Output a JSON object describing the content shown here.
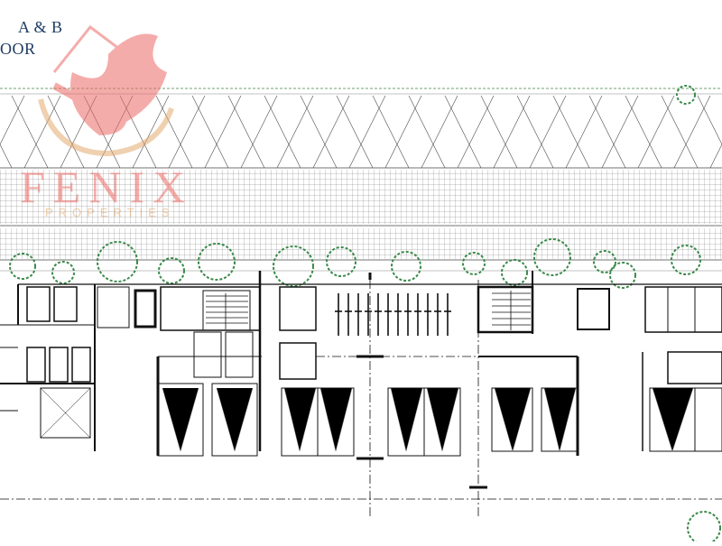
{
  "header": {
    "line1": "A & B",
    "line2": "OOR"
  },
  "watermark": {
    "brand": "FENIX",
    "tagline": "PROPERTIES",
    "brand_color": "#ec6a65",
    "accent_color": "#e2aa6e"
  },
  "plan": {
    "line_color": "#111111",
    "tree_color": "#3a8a4a",
    "paving_color": "#555555"
  }
}
